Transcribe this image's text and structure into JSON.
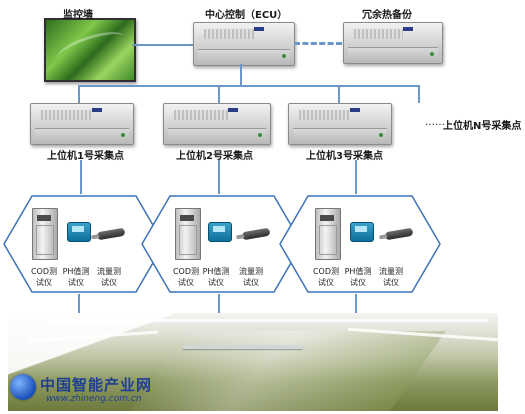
{
  "labels": {
    "monitor_wall": "监控墙",
    "ecu": "中心控制（ECU）",
    "backup": "冗余热备份",
    "collector1": "上位机1号采集点",
    "collector2": "上位机2号采集点",
    "collector3": "上位机3号采集点",
    "collectorN": "上位机N号采集点",
    "ellipsis": "……"
  },
  "instruments": {
    "cod": "COD测\n试仪",
    "ph": "PH值测\n试仪",
    "flow": "流量测\n试仪"
  },
  "watermark": {
    "title": "中国智能产业网",
    "url": "www.zhineng.com.cn"
  },
  "colors": {
    "link": "#6a97c7",
    "hex_stroke": "#3b74b8"
  }
}
